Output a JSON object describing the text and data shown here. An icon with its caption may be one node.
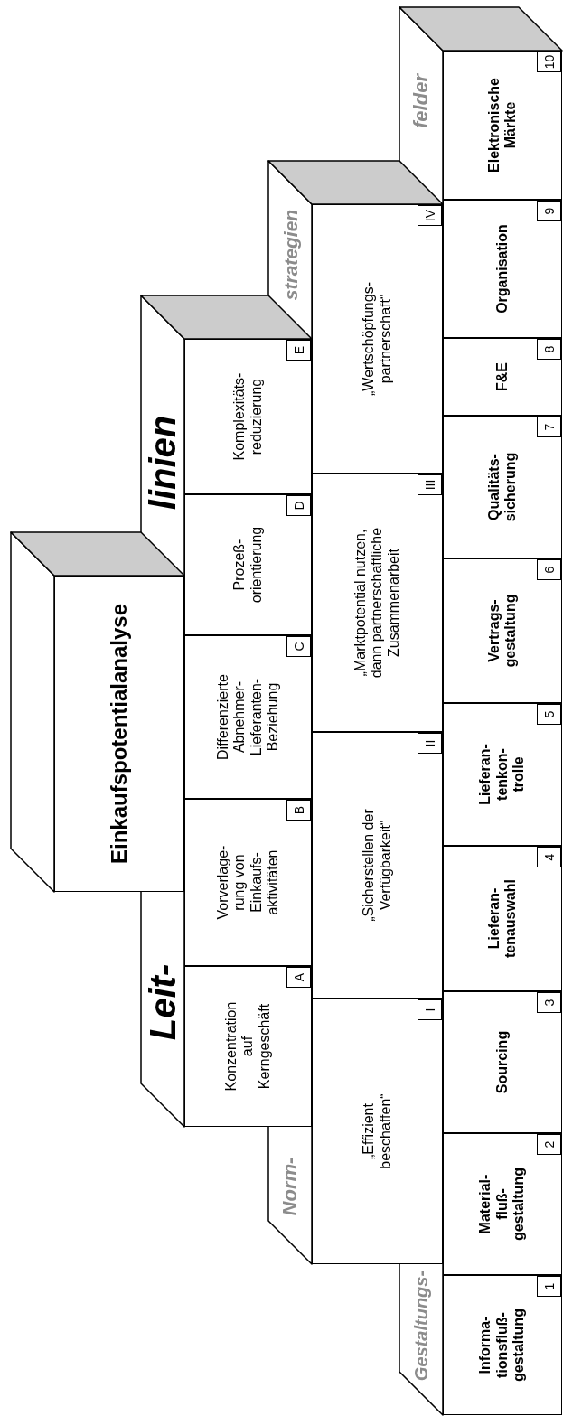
{
  "diagram": {
    "nodes": [
      {
        "text": [
          "Einkaufspotentialanalyse"
        ]
      },
      {
        "text": [
          "Konzentration auf Kerngeschäft"
        ]
      },
      {
        "text": [
          "A"
        ],
        "in": 1
      },
      {
        "text": [
          "Vorverlage- rung von Einkaufs- aktivitäten"
        ]
      },
      {
        "text": [
          "B"
        ],
        "in": 3
      },
      {
        "text": [
          "Differenzierte Abnehmer- Lieferanten- Beziehung"
        ]
      },
      {
        "text": [
          "C"
        ],
        "in": 5
      },
      {
        "text": [
          "Prozeß- orientierung"
        ]
      },
      {
        "text": [
          "D"
        ],
        "in": 7
      },
      {
        "text": [
          "Komplexitäts- reduzierung"
        ]
      },
      {
        "text": [
          "E"
        ],
        "in": 9
      },
      {
        "text": [
          "„Effizient beschaffen“"
        ]
      },
      {
        "text": [
          "I"
        ],
        "in": 11
      },
      {
        "text": [
          "„Sicherstellen der Verfügbarkeit“"
        ]
      },
      {
        "text": [
          "II"
        ],
        "in": 13
      },
      {
        "text": [
          "„Marktpotential nutzen, dann partnerschaftliche Zusammenarbeit"
        ]
      },
      {
        "text": [
          "III"
        ],
        "in": 15
      },
      {
        "text": [
          "„Wertschöpfungs- partnerschaft“"
        ]
      },
      {
        "text": [
          "IV"
        ],
        "in": 17
      },
      {
        "text": [
          "Informa- tionsfluß- gestaltung"
        ]
      },
      {
        "text": [
          "1"
        ],
        "in": 19
      },
      {
        "text": [
          "Material- fluß- gestaltung"
        ]
      },
      {
        "text": [
          "2"
        ],
        "in": 21
      },
      {
        "text": [
          "Sourcing"
        ]
      },
      {
        "text": [
          "3"
        ],
        "in": 23
      },
      {
        "text": [
          "Lieferan- tenauswahl"
        ]
      },
      {
        "text": [
          "4"
        ],
        "in": 25
      },
      {
        "text": [
          "Lieferan- tenkon- trolle"
        ]
      },
      {
        "text": [
          "5"
        ],
        "in": 27
      },
      {
        "text": [
          "Vertrags- gestaltung"
        ]
      },
      {
        "text": [
          "6"
        ],
        "in": 29
      },
      {
        "text": [
          "Qualitäts- sicherung"
        ]
      },
      {
        "text": [
          "7"
        ],
        "in": 31
      },
      {
        "text": [
          "F&E"
        ]
      },
      {
        "text": [
          "8"
        ],
        "in": 33
      },
      {
        "text": [
          "Organisation"
        ]
      },
      {
        "text": [
          "9"
        ],
        "in": 35
      },
      {
        "text": [
          "Elektronische Märkte"
        ]
      },
      {
        "text": [
          "10"
        ],
        "in": 37
      }
    ],
    "labels": [
      "Leit-",
      "linien",
      "Norm-",
      "strategien",
      "Gestaltungs-",
      "felder"
    ]
  }
}
